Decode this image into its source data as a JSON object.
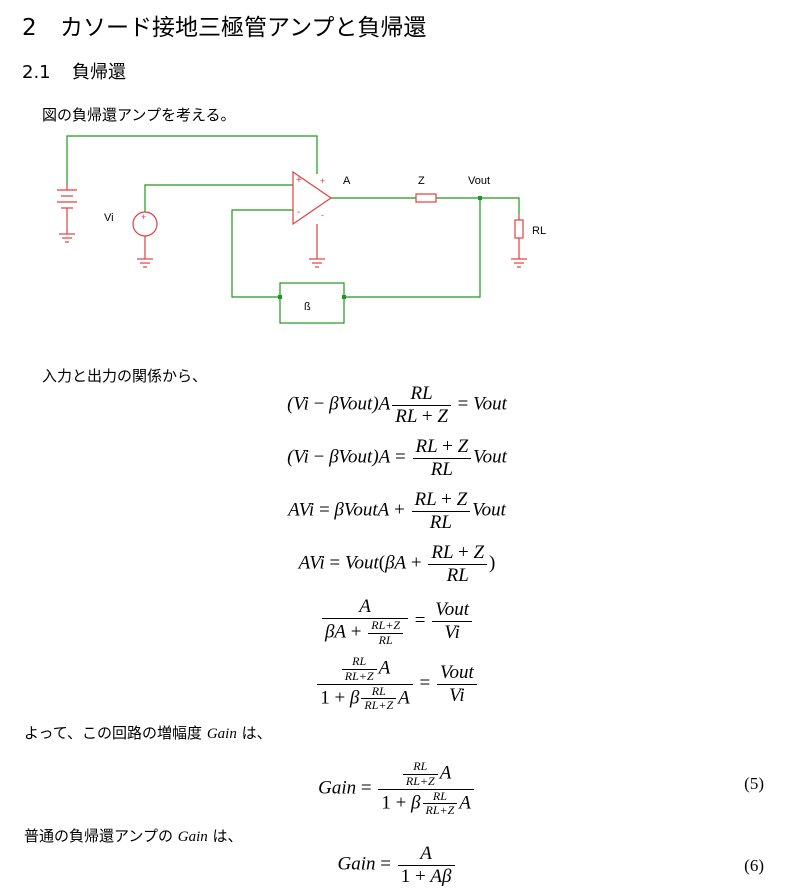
{
  "section": {
    "number": "2",
    "title": "カソード接地三極管アンプと負帰還"
  },
  "subsection": {
    "number": "2.1",
    "title": "負帰還"
  },
  "intro_text": "図の負帰還アンプを考える。",
  "circuit": {
    "label_amp": "A",
    "label_z": "Z",
    "label_vout": "Vout",
    "label_vi": "Vi",
    "label_rl": "RL",
    "label_beta": "ß",
    "plus_sign": "+",
    "minus_sign": "-"
  },
  "relation_text": "入力と出力の関係から、",
  "gain_text_prefix": "よって、この回路の増幅度",
  "gain_word": "Gain",
  "gain_text_suffix": "は、",
  "normal_text_prefix": "普通の負帰還アンプの",
  "normal_text_suffix": "は、",
  "equation_numbers": [
    "(5)",
    "(6)"
  ]
}
